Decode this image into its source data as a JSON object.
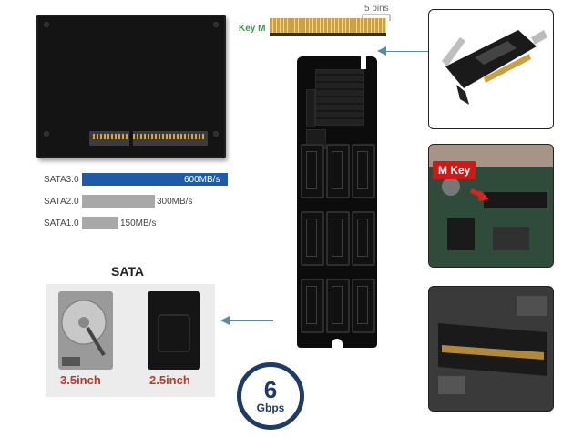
{
  "labels": {
    "key_m": "Key M",
    "five_pins": "5 pins",
    "m_key_tag": "M Key",
    "sata_title": "SATA",
    "size_35": "3.5inch",
    "size_25": "2.5inch",
    "speed_num": "6",
    "speed_unit": "Gbps"
  },
  "speeds": [
    {
      "name": "SATA3.0",
      "value": "600MB/s",
      "mbps": 600,
      "color": "#1e5aa8"
    },
    {
      "name": "SATA2.0",
      "value": "300MB/s",
      "mbps": 300,
      "color": "#a8a8a8"
    },
    {
      "name": "SATA1.0",
      "value": "150MB/s",
      "mbps": 150,
      "color": "#a8a8a8"
    }
  ]
}
